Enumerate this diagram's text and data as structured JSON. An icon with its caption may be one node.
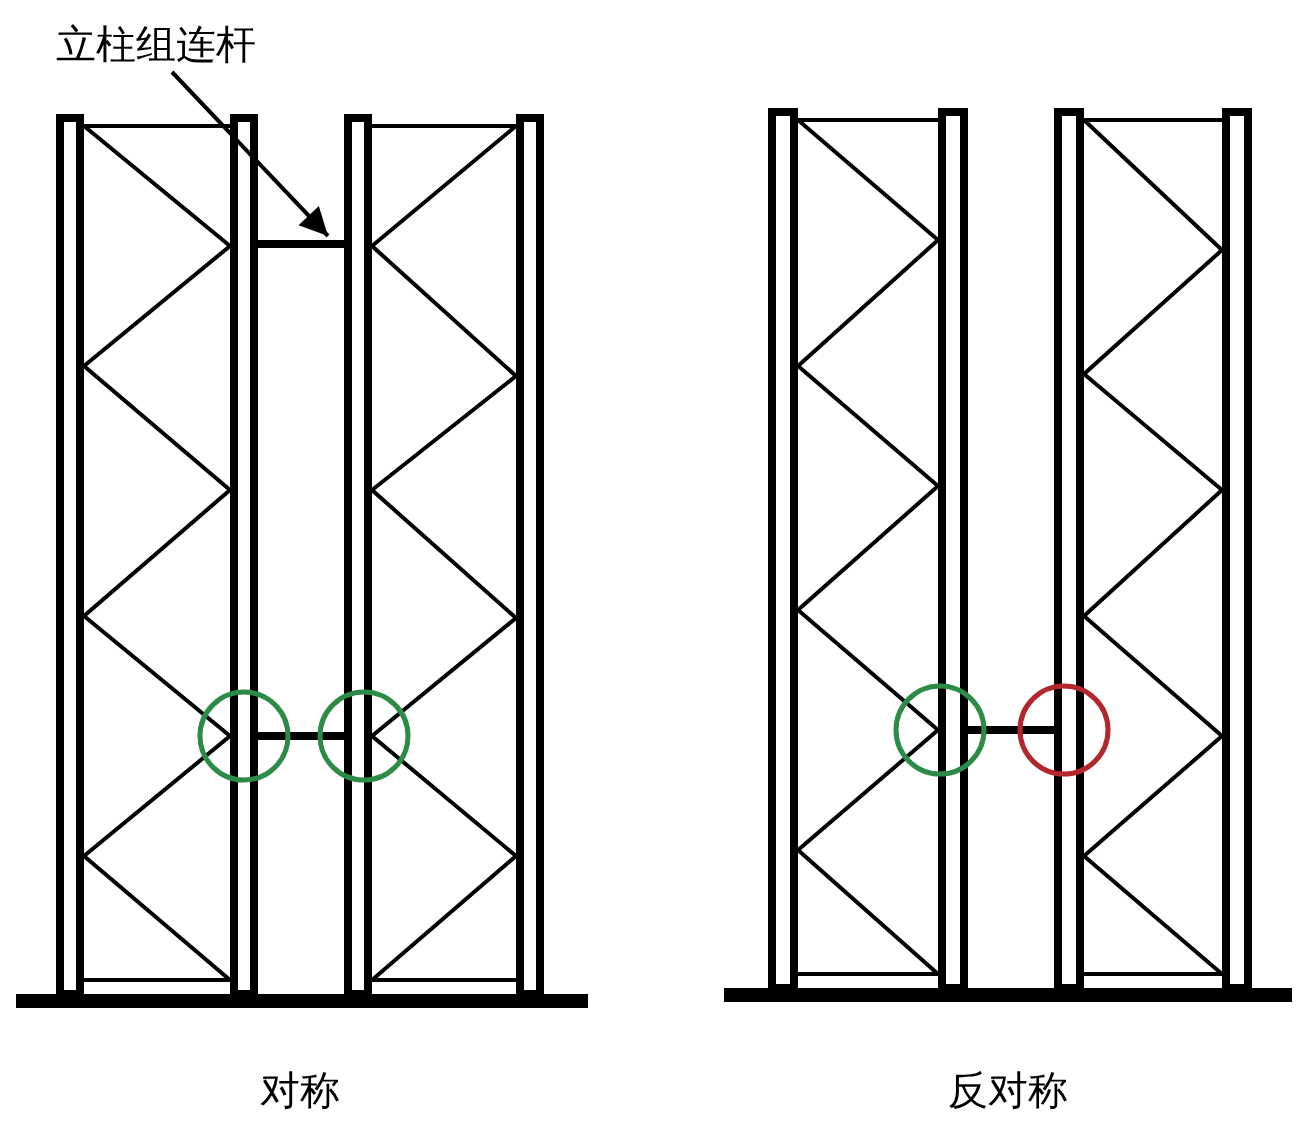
{
  "diagram": {
    "nodes": [
      {
        "text": [
          "立柱组连杆"
        ]
      },
      {
        "text": [],
        "shape": "bar"
      }
    ],
    "edges": [
      {
        "from": 0,
        "to": 1,
        "arrow": "to"
      }
    ],
    "labels": [
      "对称",
      "反对称"
    ]
  }
}
